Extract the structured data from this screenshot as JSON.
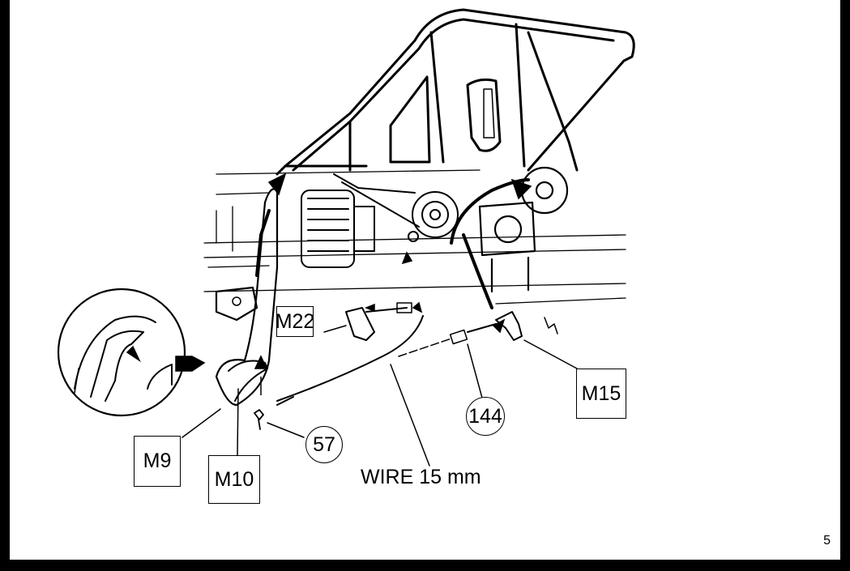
{
  "callouts": {
    "m22": "M22",
    "m15": "M15",
    "m9": "M9",
    "m10": "M10",
    "p57": "57",
    "p144": "144"
  },
  "wire_label": "WIRE 15 mm",
  "page_number": "5"
}
